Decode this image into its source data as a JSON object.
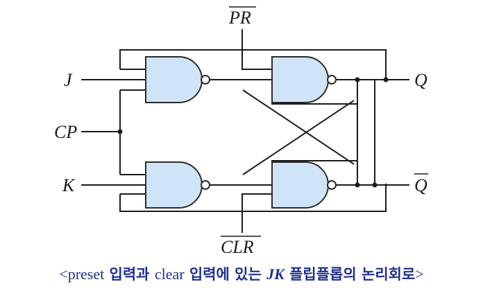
{
  "labels": {
    "pr": "PR",
    "j": "J",
    "cp": "CP",
    "k": "K",
    "q": "Q",
    "q_bar": "Q",
    "clr": "CLR"
  },
  "caption": {
    "open": "<",
    "part1": "preset",
    "part2": " 입력과 ",
    "part3": "clear",
    "part4": " 입력에 있는 ",
    "part5": "JK",
    "part6": " 플립플롭의 논리회로",
    "close": ">"
  },
  "colors": {
    "gate_fill": "#cfe4f7",
    "caption_text": "#1f2f8f"
  }
}
